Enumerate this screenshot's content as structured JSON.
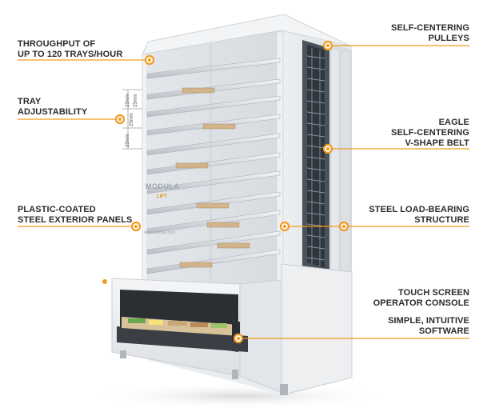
{
  "callouts": {
    "throughput": {
      "line1": "THROUGHPUT OF",
      "line2": "UP TO 120 TRAYS/HOUR"
    },
    "tray_adjustability": {
      "line1": "TRAY",
      "line2": "ADJUSTABILITY"
    },
    "panels": {
      "line1": "PLASTIC-COATED",
      "line2": "STEEL EXTERIOR PANELS"
    },
    "pulleys": {
      "line1": "SELF-CENTERING",
      "line2": "PULLEYS"
    },
    "belt": {
      "line1": "EAGLE",
      "line2": "SELF-CENTERING",
      "line3": "V-SHAPE BELT"
    },
    "structure": {
      "line1": "STEEL LOAD-BEARING",
      "line2": "STRUCTURE"
    },
    "console": {
      "line1": "TOUCH SCREEN",
      "line2": "OPERATOR CONSOLE"
    },
    "software": {
      "line1": "SIMPLE, INTUITIVE",
      "line2": "SOFTWARE"
    }
  },
  "dimension_labels": [
    "25mm",
    "25mm",
    "25mm",
    "25mm"
  ],
  "brand": {
    "logo": "MODULA",
    "lift": "LIFT",
    "url": "www.modula.com"
  },
  "colors": {
    "accent": "#f39a1e",
    "text": "#2b2b2b",
    "frame": "#e4e6e9"
  }
}
